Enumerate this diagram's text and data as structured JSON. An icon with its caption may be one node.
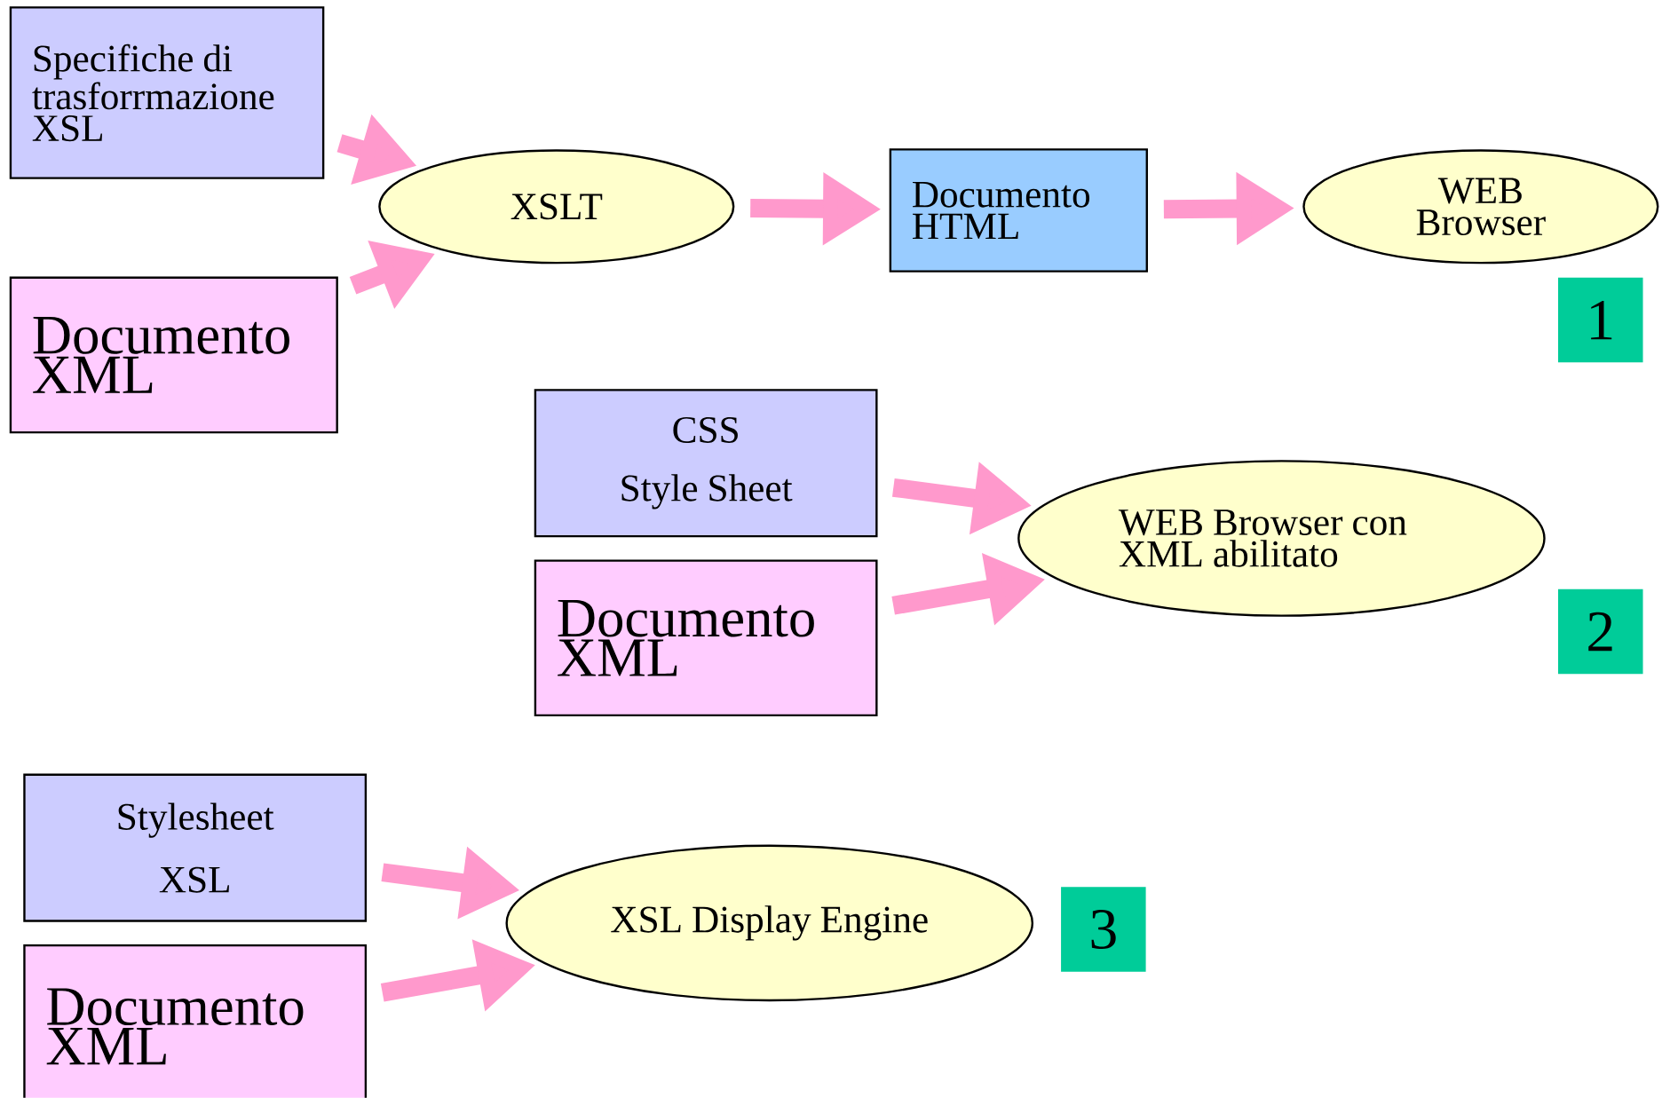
{
  "diagram": {
    "nodes": [
      {
        "text": [
          "Specifiche di trasforrmazione XSL"
        ]
      },
      {
        "text": [
          "Documento XML"
        ]
      },
      {
        "text": [
          "XSLT"
        ]
      },
      {
        "text": [
          "Documento HTML"
        ]
      },
      {
        "text": [
          "WEB Browser"
        ]
      },
      {
        "text": [
          "CSS",
          "Style Sheet"
        ]
      },
      {
        "text": [
          "Documento XML"
        ]
      },
      {
        "text": [
          "WEB Browser con XML abilitato"
        ]
      },
      {
        "text": [
          "Stylesheet",
          "XSL"
        ]
      },
      {
        "text": [
          "Documento XML"
        ]
      },
      {
        "text": [
          "XSL Display Engine"
        ]
      }
    ],
    "edges": [
      {
        "from": 0,
        "to": 2,
        "arrow": "to"
      },
      {
        "from": 1,
        "to": 2,
        "arrow": "to"
      },
      {
        "from": 2,
        "to": 3,
        "arrow": "to"
      },
      {
        "from": 3,
        "to": 4,
        "arrow": "to"
      },
      {
        "from": 5,
        "to": 7,
        "arrow": "to"
      },
      {
        "from": 6,
        "to": 7,
        "arrow": "to"
      },
      {
        "from": 8,
        "to": 10,
        "arrow": "to"
      },
      {
        "from": 9,
        "to": 10,
        "arrow": "to"
      }
    ],
    "labels": [
      "1",
      "2",
      "3"
    ]
  }
}
